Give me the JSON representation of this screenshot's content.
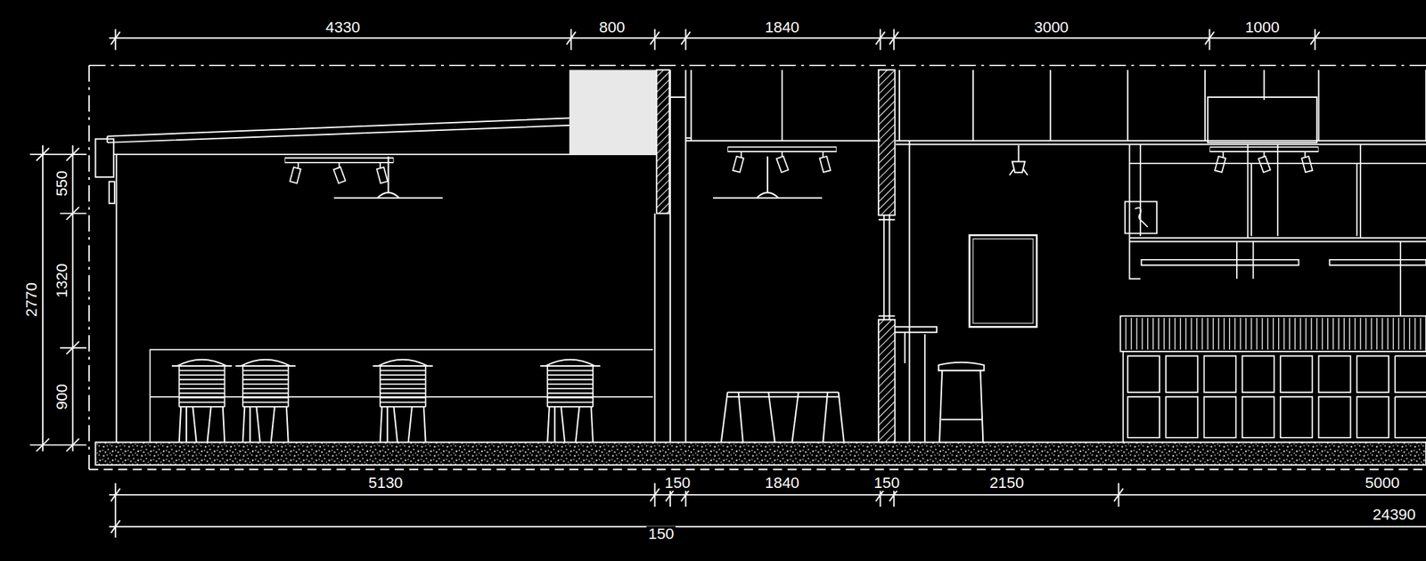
{
  "diagram": {
    "labels": [
      "4330",
      "800",
      "1840",
      "3000",
      "1000",
      "2770",
      "550",
      "1320",
      "900",
      "5130",
      "150",
      "1840",
      "150",
      "2150",
      "5000",
      "24390",
      "150"
    ]
  }
}
